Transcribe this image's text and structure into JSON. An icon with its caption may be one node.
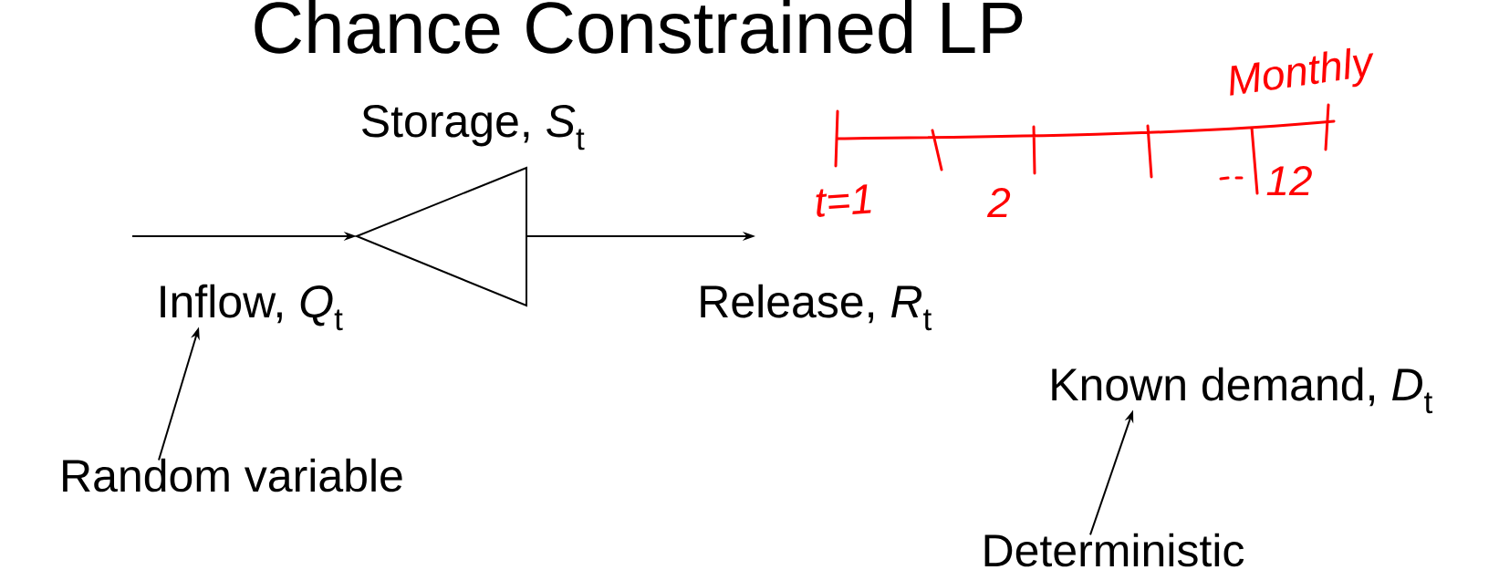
{
  "diagram": {
    "title": "Chance Constrained LP",
    "nodes": [
      {
        "text": [
          "Storage, *S*$_{t}$"
        ]
      },
      {
        "text": [
          "Inflow, *Q*$_{t}$"
        ]
      },
      {
        "text": [
          "Random variable"
        ]
      },
      {
        "text": [
          "Known demand, *D*$_{t}$"
        ]
      },
      {
        "text": [
          "Deterministic"
        ]
      }
    ],
    "edges": [
      {
        "from": null,
        "to": 0,
        "arrow": "to"
      },
      {
        "from": 0,
        "to": null,
        "arrow": "to",
        "label": "Release, *R*$_{t}$"
      },
      {
        "from": 2,
        "to": 1,
        "arrow": "to"
      },
      {
        "from": 4,
        "to": 3,
        "arrow": "to"
      }
    ],
    "labels": [
      "Monthly",
      "t=1",
      "2",
      "12"
    ]
  }
}
